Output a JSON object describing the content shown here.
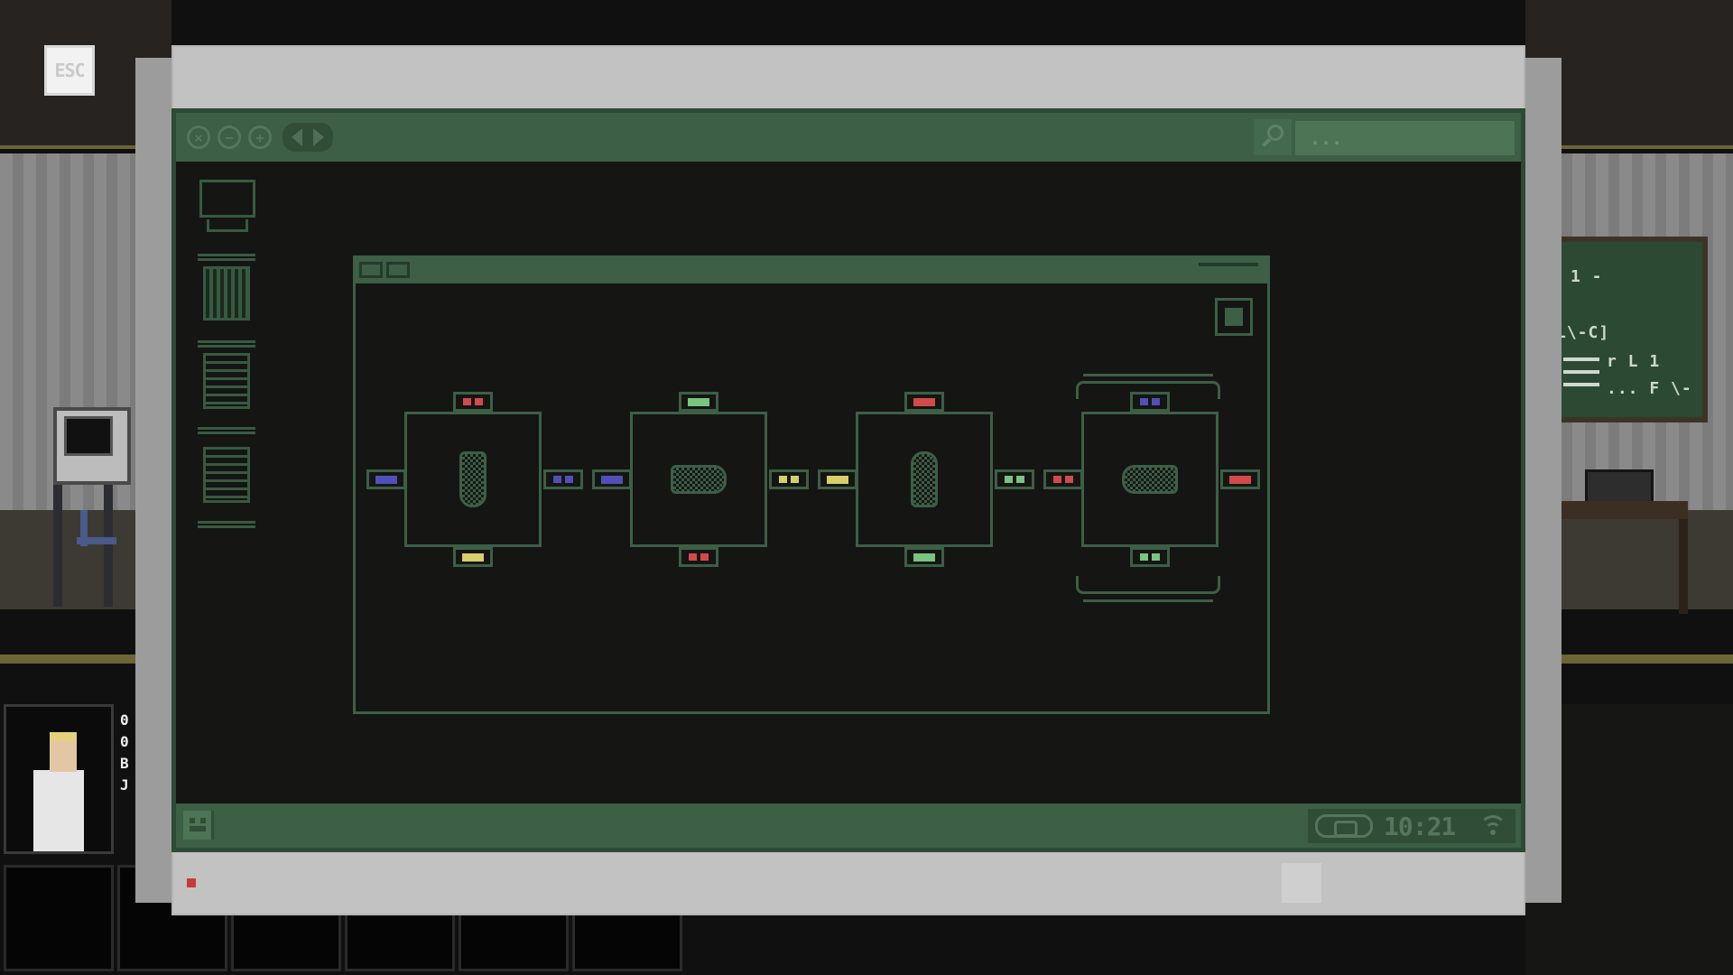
{
  "hud": {
    "esc_label": "ESC",
    "character_stats": [
      "0",
      "0",
      "B",
      "J"
    ]
  },
  "scene": {
    "chalkboard_lines": [
      "1 -",
      "L\\-C]",
      "r L 1",
      "... F \\-"
    ]
  },
  "desktop": {
    "search_placeholder": "...",
    "clock": "10:21",
    "icons": [
      {
        "name": "computer"
      },
      {
        "name": "trash"
      },
      {
        "name": "document"
      },
      {
        "name": "document"
      }
    ]
  },
  "puzzle": {
    "nodes": [
      {
        "glyph": "vertical",
        "ports": {
          "top": "red-double",
          "left": "blue-bar",
          "right": "blue-double",
          "bottom": "yellow-bar"
        }
      },
      {
        "glyph": "horizontal",
        "ports": {
          "top": "green-bar",
          "left": "blue-bar",
          "right": "yellow-double",
          "bottom": "red-double"
        }
      },
      {
        "glyph": "vertical-inverted",
        "ports": {
          "top": "red-bar",
          "left": "yellow-bar",
          "right": "green-double",
          "bottom": "green-bar"
        }
      },
      {
        "glyph": "horizontal-inverted",
        "selected": true,
        "ports": {
          "top": "blue-double",
          "left": "red-double",
          "right": "red-bar",
          "bottom": "green-double"
        }
      }
    ]
  },
  "colors": {
    "screen_green": "#3c5f45",
    "port_red": "#d24a4a",
    "port_blue": "#5050b8",
    "port_yellow": "#d6cf6a",
    "port_green": "#79c47f",
    "bezel": "#c2c2c2"
  }
}
